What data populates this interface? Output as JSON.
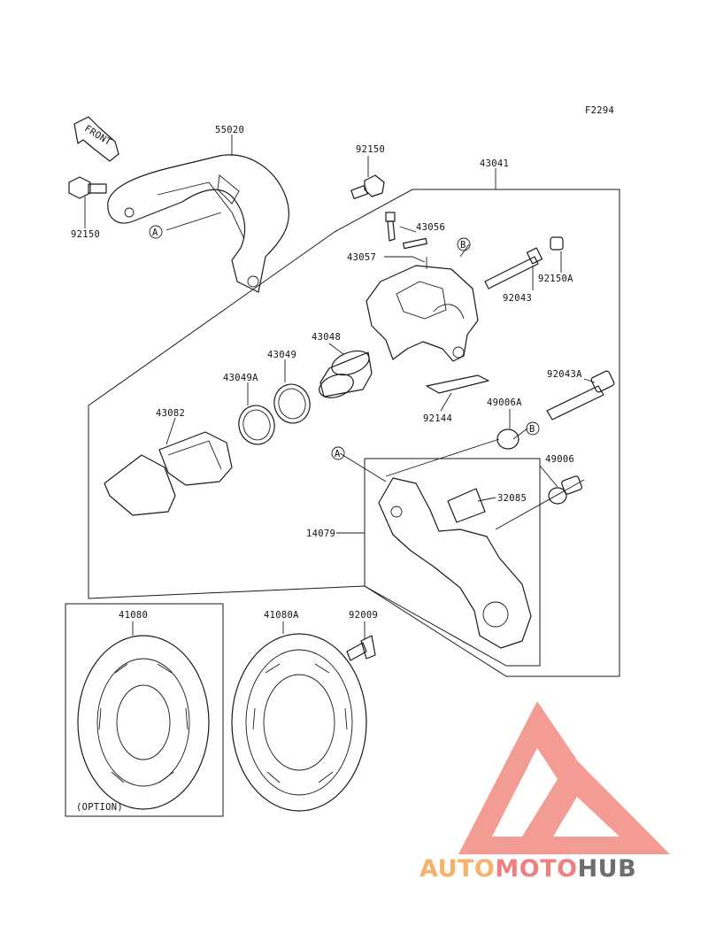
{
  "figure_code": "F2294",
  "front_label": "FRONT",
  "option_label": "(OPTION)",
  "ref_markers": {
    "a": "A",
    "b": "B"
  },
  "part_numbers": {
    "bracket_guard": "55020",
    "bolt_left": "92150",
    "bolt_top": "92150",
    "caliper_assy": "43041",
    "bleeder": "43056",
    "bleeder_cap": "43057",
    "pin": "92043",
    "pin_cap": "92150A",
    "piston": "43048",
    "seal_dust": "43049",
    "seal_piston": "43049A",
    "pad_set": "43082",
    "pin_b": "92043A",
    "boot_a": "49006A",
    "spring_clip": "92144",
    "boot": "49006",
    "pad_spring": "32085",
    "holder": "14079",
    "disc_option": "41080",
    "disc": "41080A",
    "disc_bolt": "92009"
  },
  "watermark": {
    "part1": "AUTO",
    "part2": "MOTO",
    "part3": "HUB",
    "color_orange": "#f6b26b",
    "color_red": "#f08080",
    "color_gray": "#6e6e6e"
  }
}
